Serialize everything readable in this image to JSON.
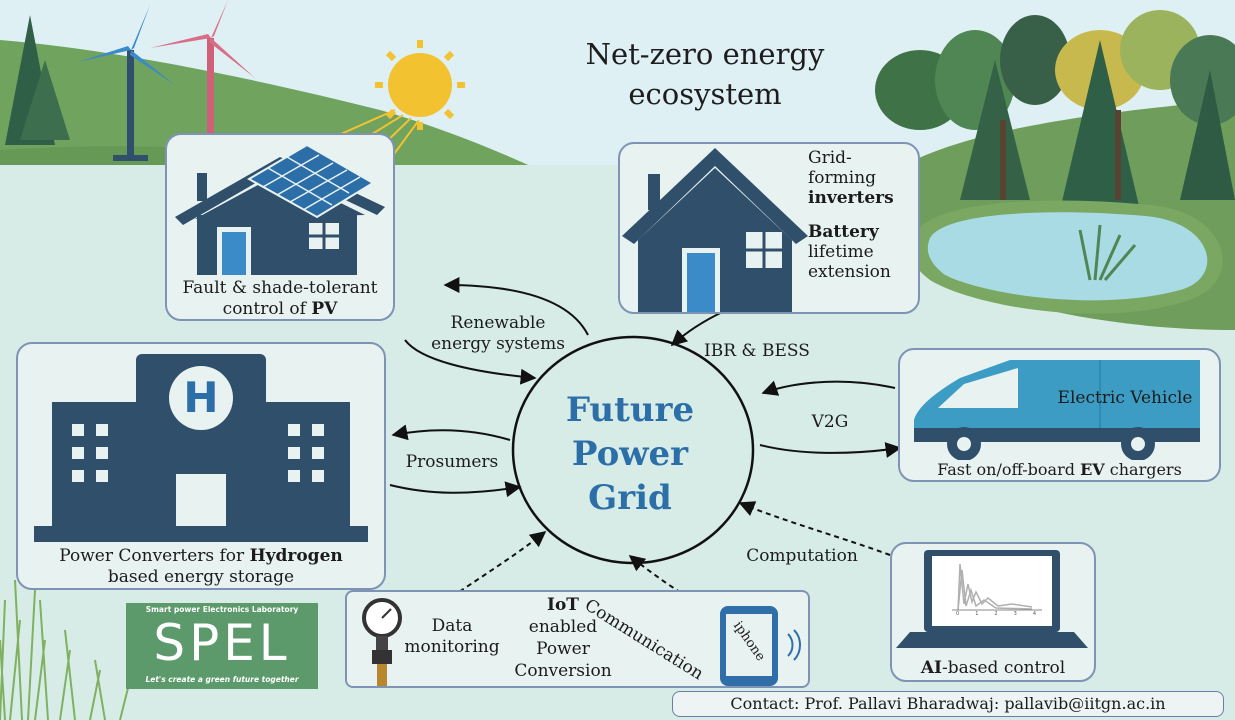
{
  "title_line1": "Net-zero energy",
  "title_line2": "ecosystem",
  "center": {
    "line1": "Future",
    "line2": "Power",
    "line3": "Grid"
  },
  "pv_card": {
    "line1": "Fault & shade-tolerant",
    "line2_prefix": "control of ",
    "line2_bold": "PV"
  },
  "inverter_card": {
    "l1": "Grid-",
    "l2": "forming",
    "l3_bold": "inverters",
    "l4_bold": "Battery",
    "l5": "lifetime",
    "l6": "extension"
  },
  "hydrogen_card": {
    "line1_prefix": "Power Converters for ",
    "line1_bold": "Hydrogen",
    "line2": "based energy storage",
    "icon_letter": "H"
  },
  "ev_card": {
    "van_label": "Electric Vehicle",
    "caption_prefix": "Fast on/off-board ",
    "caption_bold": "EV",
    "caption_suffix": " chargers"
  },
  "ai_card": {
    "caption_bold": "AI",
    "caption_suffix": "-based control",
    "axis_ticks": [
      "0",
      "1",
      "2",
      "3",
      "4"
    ]
  },
  "iot_card": {
    "data_l1": "Data",
    "data_l2": "monitoring",
    "iot_bold": "IoT",
    "iot_l2": "enabled",
    "iot_l3": "Power",
    "iot_l4": "Conversion",
    "phone_label": "iphone"
  },
  "arrows": {
    "renewable_l1": "Renewable",
    "renewable_l2": "energy systems",
    "ibr": "IBR & BESS",
    "v2g": "V2G",
    "prosumers": "Prosumers",
    "computation": "Computation",
    "communication": "Communication"
  },
  "logo": {
    "top": "Smart power Electronics Laboratory",
    "main": "SPEL",
    "bottom": "Let's create a green future together"
  },
  "contact": "Contact: Prof. Pallavi Bharadwaj: pallavib@iitgn.ac.in",
  "colors": {
    "house": "#2f4f6b",
    "accent_blue": "#2c6ea8",
    "card_border": "#7f93b5",
    "grass": "#6fa35e",
    "sky": "#dff0f5",
    "logo_green": "#5c9a6b"
  }
}
